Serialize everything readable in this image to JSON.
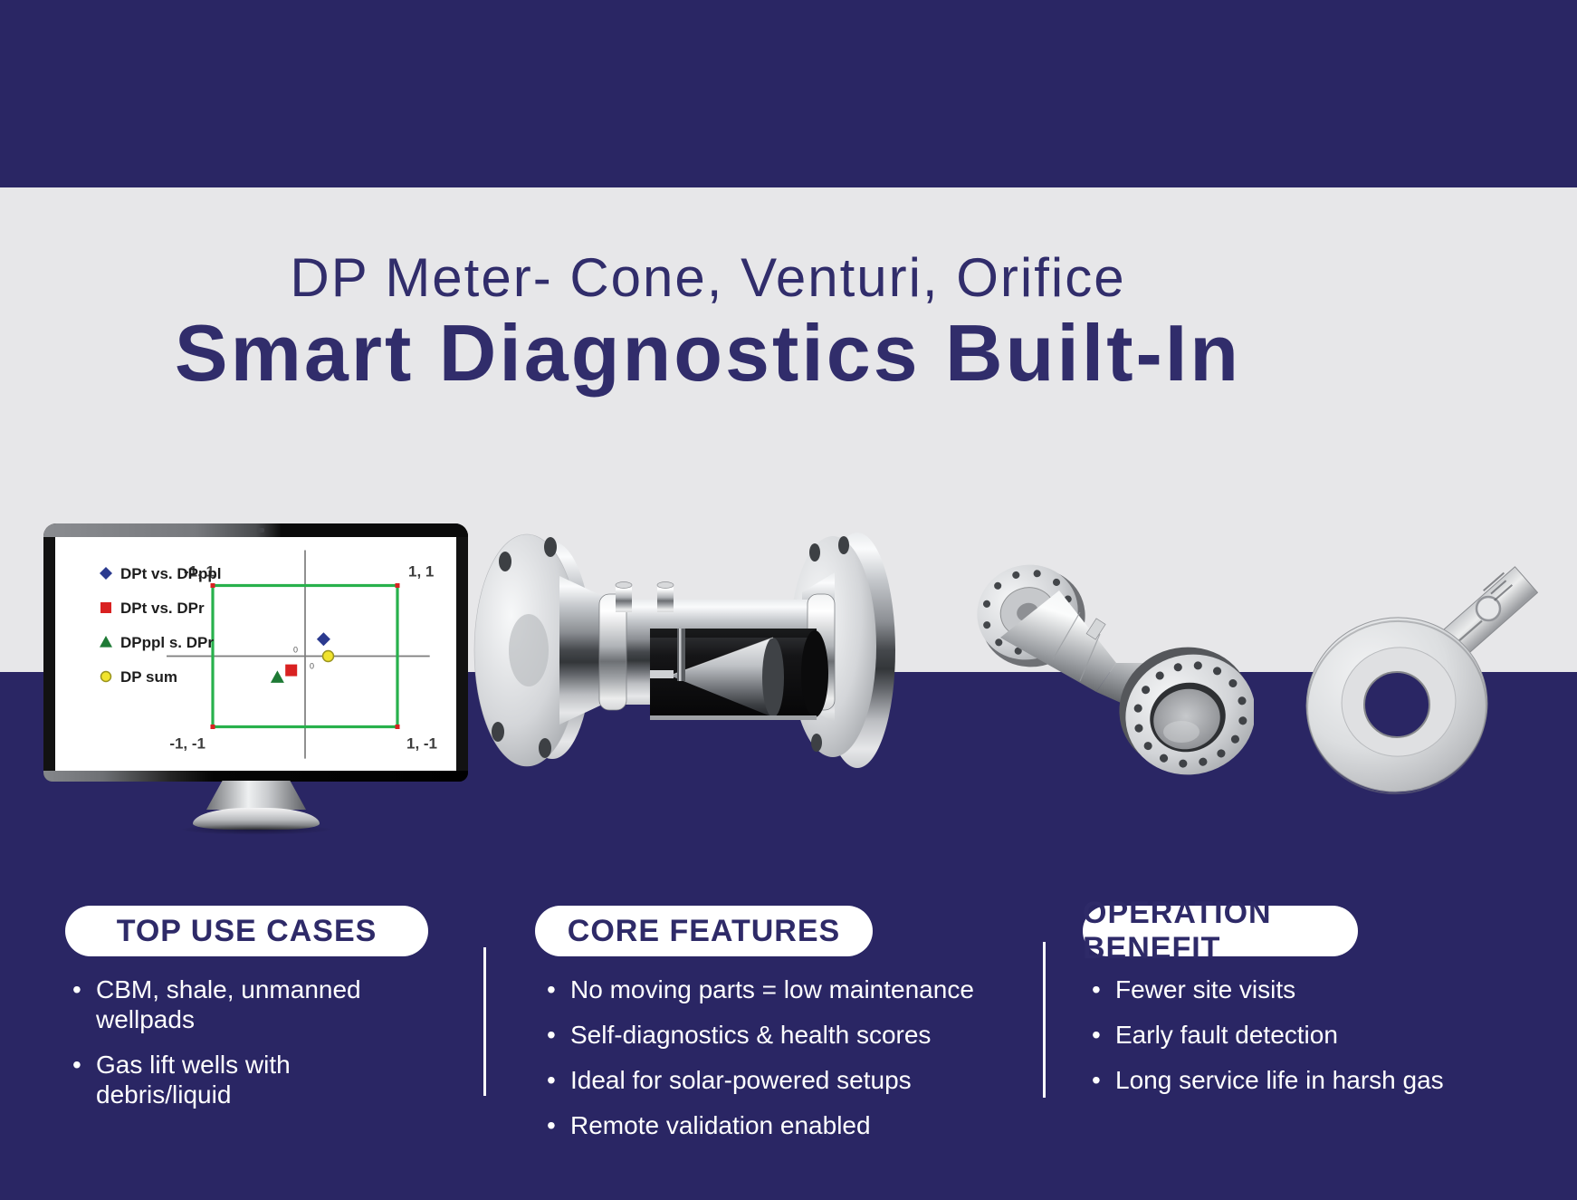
{
  "header": {
    "subtitle": "DP Meter- Cone, Venturi, Orifice",
    "title": "Smart Diagnostics Built-In"
  },
  "colors": {
    "navy_band": "#2a2664",
    "light_band": "#e7e7e9",
    "title_text": "#312d6b",
    "pill_bg": "#ffffff",
    "pill_text": "#2e2a68",
    "bullet_text": "#ffffff",
    "divider": "#ffffff"
  },
  "chart_data": {
    "type": "scatter",
    "context": "diagnostics-monitor-screen",
    "legend_position": "left",
    "legend": [
      {
        "label": "DPt vs. DPppl",
        "marker": "diamond",
        "color": "#2b3a8f"
      },
      {
        "label": "DPt vs. DPr",
        "marker": "square",
        "color": "#d92121"
      },
      {
        "label": "DPppl s. DPr",
        "marker": "triangle",
        "color": "#1e7a35"
      },
      {
        "label": "DP sum",
        "marker": "circle",
        "color": "#f0e32e",
        "outline": "#9a941f"
      }
    ],
    "series": [
      {
        "name": "DPt vs. DPppl",
        "marker": "diamond",
        "color": "#2b3a8f",
        "points": [
          [
            0.2,
            0.24
          ]
        ]
      },
      {
        "name": "DPt vs. DPr",
        "marker": "square",
        "color": "#d92121",
        "points": [
          [
            -0.15,
            -0.2
          ]
        ]
      },
      {
        "name": "DPppl s. DPr",
        "marker": "triangle",
        "color": "#1e7a35",
        "points": [
          [
            -0.3,
            -0.3
          ]
        ]
      },
      {
        "name": "DP sum",
        "marker": "circle",
        "color": "#f0e32e",
        "outline": "#9a941f",
        "points": [
          [
            0.25,
            0.0
          ]
        ]
      }
    ],
    "reference_box": {
      "x_min": -1,
      "x_max": 1,
      "y_min": -1,
      "y_max": 1,
      "color": "#28b14c",
      "corner_marker_color": "#d92121"
    },
    "corner_labels": {
      "top_left": "-1, 1",
      "top_right": "1, 1",
      "bottom_left": "-1, -1",
      "bottom_right": "1, -1"
    },
    "origin_label": "0",
    "axes": {
      "x_range": [
        -1.5,
        1.35
      ],
      "y_range": [
        -1.45,
        1.5
      ],
      "color": "#7c7c7c",
      "grid": false
    },
    "label_color": "#3d3d3d"
  },
  "columns": [
    {
      "header": "TOP USE CASES",
      "bullets": [
        "CBM, shale, unmanned wellpads",
        "Gas lift wells with debris/liquid"
      ]
    },
    {
      "header": "CORE FEATURES",
      "bullets": [
        "No moving parts = low maintenance",
        "Self-diagnostics & health scores",
        "Ideal for solar-powered setups",
        "Remote validation enabled"
      ]
    },
    {
      "header": "OPERATION BENEFIT",
      "bullets": [
        "Fewer site visits",
        "Early fault detection",
        "Long service life in harsh gas"
      ]
    }
  ]
}
